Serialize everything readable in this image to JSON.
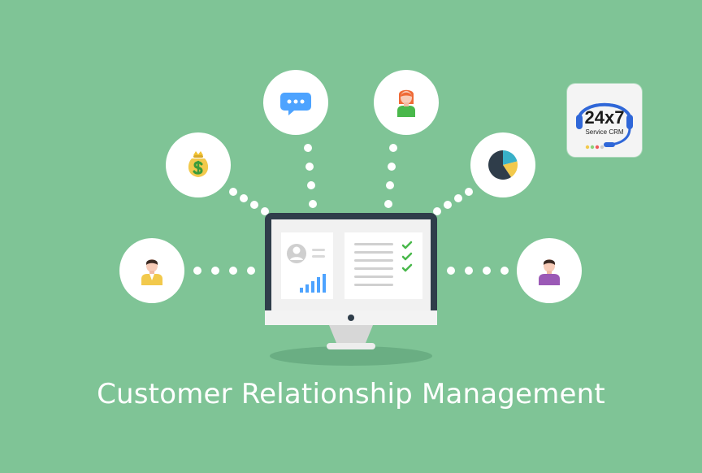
{
  "header": {
    "title": "Customer Relationship Management"
  },
  "badge": {
    "main_text": "24x7",
    "sub_text": "Service CRM"
  },
  "colors": {
    "background": "#7fc496",
    "node_fill": "#ffffff",
    "dots": "#ffffff",
    "badge_bg": "#f4f4f4",
    "accent_blue": "#2f7ae5",
    "accent_green": "#4bbf4b",
    "accent_yellow": "#f2c94c",
    "accent_teal": "#38b0c8",
    "accent_dark": "#2f3d4a"
  },
  "nodes": [
    {
      "name": "money-bag-node",
      "icon": "money-bag-icon"
    },
    {
      "name": "chat-node",
      "icon": "chat-bubble-icon"
    },
    {
      "name": "female-user-node",
      "icon": "female-user-icon"
    },
    {
      "name": "pie-chart-node",
      "icon": "pie-chart-icon"
    },
    {
      "name": "left-user-node",
      "icon": "user-icon"
    },
    {
      "name": "right-user-node",
      "icon": "user-icon"
    }
  ],
  "monitor": {
    "icon": "monitor-dashboard-icon"
  }
}
